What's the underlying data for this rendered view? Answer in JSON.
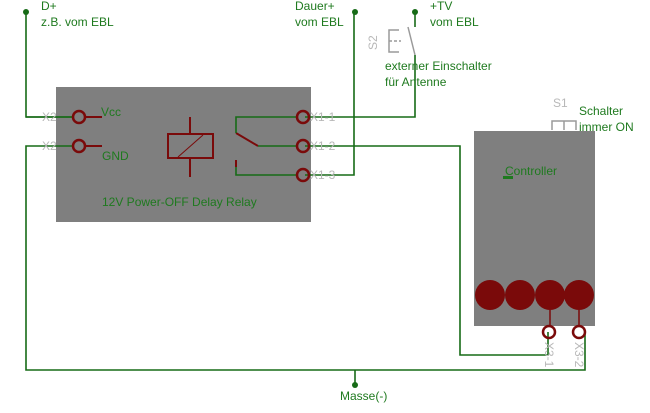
{
  "colors": {
    "wire": "#176b17",
    "component": "#7f7f7f",
    "pin": "#7a0a0a",
    "label": "#1f7a1f",
    "pinlabel": "#b8b8b8"
  },
  "supplies": {
    "dplus": {
      "name": "D+",
      "desc": "z.B. vom EBL"
    },
    "dauer": {
      "name": "Dauer+",
      "desc": "vom EBL"
    },
    "tv": {
      "name": "+TV",
      "desc": "vom EBL"
    },
    "masse": {
      "name": "Masse(-)"
    }
  },
  "relay": {
    "title": "12V Power-OFF Delay Relay",
    "vcc": "Vcc",
    "gnd": "GND",
    "pins_left": [
      "X2",
      "X2"
    ],
    "pins_right": [
      "X1-1",
      "X1-2",
      "X1-3"
    ]
  },
  "switch_s2": {
    "ref": "S2",
    "desc_line1": "externer Einschalter",
    "desc_line2": "für Antenne"
  },
  "switch_s1": {
    "ref": "S1",
    "desc_line1": "Schalter",
    "desc_line2": "immer ON"
  },
  "controller": {
    "title": "Controller",
    "pins": [
      "X3-1",
      "X3-2"
    ]
  }
}
